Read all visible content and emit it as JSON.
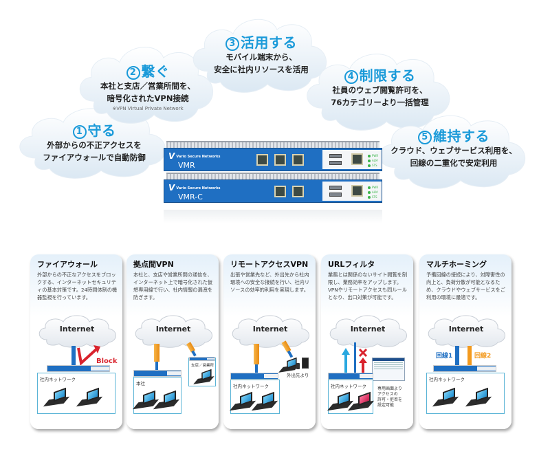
{
  "clouds": [
    {
      "num": "1",
      "title": "守る",
      "lines": [
        "外部からの不正アクセスを",
        "ファイアウォールで自動防御"
      ]
    },
    {
      "num": "2",
      "title": "繋ぐ",
      "lines": [
        "本社と支店／営業所間を、",
        "暗号化されたVPN接続"
      ],
      "note": "※VPN Virtual Private Network"
    },
    {
      "num": "3",
      "title": "活用する",
      "lines": [
        "モバイル端末から、",
        "安全に社内リソースを活用"
      ]
    },
    {
      "num": "4",
      "title": "制限する",
      "lines": [
        "社員のウェブ閲覧許可を、",
        "76カテゴリーより一括管理"
      ]
    },
    {
      "num": "5",
      "title": "維持する",
      "lines": [
        "クラウド、ウェブサービス利用を、",
        "回線の二重化で安定利用"
      ]
    }
  ],
  "device": {
    "brand": "Vario Secure Networks",
    "units": [
      {
        "model": "VMR"
      },
      {
        "model": "VMR-C"
      }
    ],
    "led_labels": [
      "PWR",
      "ALM",
      "STS"
    ]
  },
  "colors": {
    "accent": "#1a9ad9",
    "device_blue": "#1f6fc2",
    "block_red": "#d9232d",
    "line_orange": "#f39a1e"
  },
  "cards": [
    {
      "title": "ファイアウォール",
      "desc": "外部からの不正なアクセスをブロックする、インターネットセキュリティの基本対策です。24時間体制の機器監視を行っています。",
      "internet": "Internet",
      "block_label": "Block",
      "lan_label": "社内ネットワーク"
    },
    {
      "title": "拠点間VPN",
      "desc": "本社と、支店や営業所間の通信を、インターネット上で暗号化された仮想専用線で行い、社内情報の漏洩を防ぎます。",
      "internet": "Internet",
      "lan_label": "本社",
      "branch_label": "支店／営業所"
    },
    {
      "title": "リモートアクセスVPN",
      "desc": "出張や営業先など、外出先から社内環境への安全な接続を行い、社内リソースの効率的利用を実現します。",
      "internet": "Internet",
      "lan_label": "社内ネットワーク",
      "remote_label": "外出先より"
    },
    {
      "title": "URLフィルタ",
      "desc": "業務とは関係のないサイト閲覧を制限し、業務効率をアップします。VPNやリモートアクセスも同ルールとなり、出口対策が可能です。",
      "internet": "Internet",
      "lan_label": "社内ネットワーク",
      "screen_note": [
        "専用画面より",
        "アクセスの",
        "許可・拒否を",
        "設定可能"
      ]
    },
    {
      "title": "マルチホーミング",
      "desc": "予備回線の接続により、対障害性の向上と、負荷分散が可能となるため、クラウドやウェブサービスをご利用の環境に最適です。",
      "internet": "Internet",
      "lan_label": "社内ネットワーク",
      "line1": "回線1",
      "line2": "回線2"
    }
  ]
}
